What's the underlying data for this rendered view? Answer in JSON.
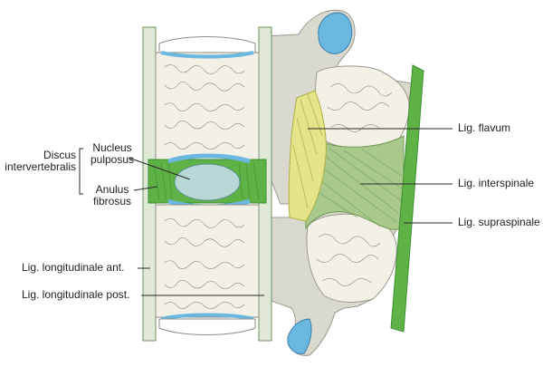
{
  "labels": {
    "discus_line1": "Discus",
    "discus_line2": "intervertebralis",
    "nucleus_line1": "Nucleus",
    "nucleus_line2": "pulposus",
    "anulus_line1": "Anulus",
    "anulus_line2": "fibrosus",
    "lig_long_ant": "Lig. longitudinale ant.",
    "lig_long_post": "Lig. longitudinale post.",
    "lig_flavum": "Lig. flavum",
    "lig_interspinale": "Lig. interspinale",
    "lig_supraspinale": "Lig. supraspinale"
  },
  "colors": {
    "bone": "#d9d9cf",
    "bone_dark": "#b8b8ac",
    "cancellous": "#f3f1e6",
    "ligament_green": "#5fb246",
    "ligament_dark": "#3f8f34",
    "flavum_yellow": "#e4e48a",
    "interspinale_green": "#a9c98c",
    "nucleus": "#b8d8d6",
    "cartilage_blue": "#6ab8e0",
    "line": "#2a2a2a"
  }
}
